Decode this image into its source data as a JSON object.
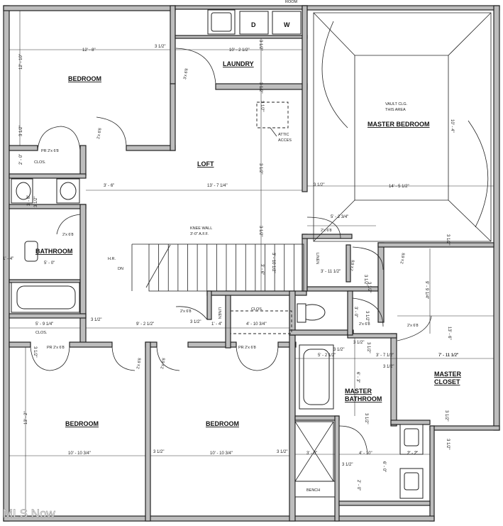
{
  "rooms": {
    "bedroom_nw": "BEDROOM",
    "laundry": "LAUNDRY",
    "loft": "LOFT",
    "master_bedroom": "MASTER BEDROOM",
    "bathroom": "BATHROOM",
    "master_bathroom_1": "MASTER",
    "master_bathroom_2": "BATHROOM",
    "master_closet_1": "MASTER",
    "master_closet_2": "CLOSET",
    "bedroom_sw": "BEDROOM",
    "bedroom_s": "BEDROOM"
  },
  "appliances": {
    "dryer": "D",
    "washer": "W"
  },
  "notes": {
    "vault_1": "VAULT CLG.",
    "vault_2": "THIS AREA",
    "attic_1": "ATTIC",
    "attic_2": "ACCES",
    "knee_1": "KNEE WALL",
    "knee_2": "3'-0\" A.F.F.",
    "hr": "H.R.",
    "dn": "DN",
    "clos_nw": "CLOS.",
    "clos_hall": "CLOS.",
    "clos_mid": "CLOS.",
    "linen_1": "LINEN",
    "linen_2": "LINEN",
    "bench": "BENCH",
    "room_top": "ROOM"
  },
  "doors": {
    "pr_nw": "PR 2'x 6'8",
    "d_nw": "2'x 6'8",
    "bath": "2'x 6'8",
    "pr_sw": "PR 2'x 6'8",
    "pr_mid": "PR 2'x 6'8",
    "d_s1": "2'x 6'8",
    "d_s2": "2'x 6'8",
    "d_hall": "2'x 6'8",
    "laundry": "3'x 6'8",
    "loft_e": "2'x 6'8",
    "master_e": "2'x 6'8",
    "mbath": "2'x 6'8",
    "mcl": "2'x 6'8",
    "wc": "2'x 6'8"
  },
  "dims": {
    "d01": "12' - 8\"",
    "d02": "3 1/2\"",
    "d03": "10' - 2 1/2\"",
    "d04": "3 1/2\"",
    "d05": "3 1/2\"",
    "d06": "12' - 10\"",
    "d07": "3 1/2\"",
    "d08": "2' - 0\"",
    "d09": "3' - 6\"",
    "d10": "13' - 7 1/4\"",
    "d11": "3 1/2\"",
    "d12": "14' - 5 1/2\"",
    "d13": "3 1/2\"",
    "d14": "3' - 0\"",
    "d15": "3 1/2\"",
    "d16": "7' - 11 1/2\"",
    "d17": "3 1/2\"",
    "d18": "10' - 4\"",
    "d19": "5' - 2 3/4\"",
    "d20": "3 1/2\"",
    "d21": "5' - 0\"",
    "d22": "3' - 6\"",
    "d23": "3' - 10 1/2\"",
    "d24": "3' - 11 1/2\"",
    "d25": "3 1/2\"",
    "d26": "3 1/2\"",
    "d27": "9' - 9 1/4\"",
    "d28": "13' - 6\"",
    "d29": "5' - 9 1/4\"",
    "d30": "3 1/2\"",
    "d31": "9' - 2 1/2\"",
    "d32": "3 1/2\"",
    "d33": "1' - 4\"",
    "d34": "4' - 10 3/4\"",
    "d35": "3' - 0\"",
    "d36": "3 1/2\"",
    "d37": "3' - 7 1/2\"",
    "d38": "3 1/2\"",
    "d39": "7' - 11 1/2\"",
    "d40": "3 1/2\"",
    "d41": "5' - 2 1/2\"",
    "d42": "3 1/2\"",
    "d43": "6' - 3\"",
    "d44": "3 1/2\"",
    "d45": "2' - 2\"",
    "d46": "3 1/2\"",
    "d47": "13' - 2\"",
    "d48": "10' - 10 3/4\"",
    "d49": "3 1/2\"",
    "d50": "10' - 10 3/4\"",
    "d51": "3 1/2\"",
    "d52": "3' - 0\"",
    "d53": "3 1/2\"",
    "d54": "4' - 10\"",
    "d55": "2' - 2\"",
    "d56": "3 1/2\"",
    "d57": "6' - 0\"",
    "d58": "2' - 0\"",
    "d59": "3 1/2\"",
    "d60": "3 1/2\"",
    "d61": "3 1/2\"",
    "d62": "1' - 4\""
  },
  "watermark": "MLS Now"
}
